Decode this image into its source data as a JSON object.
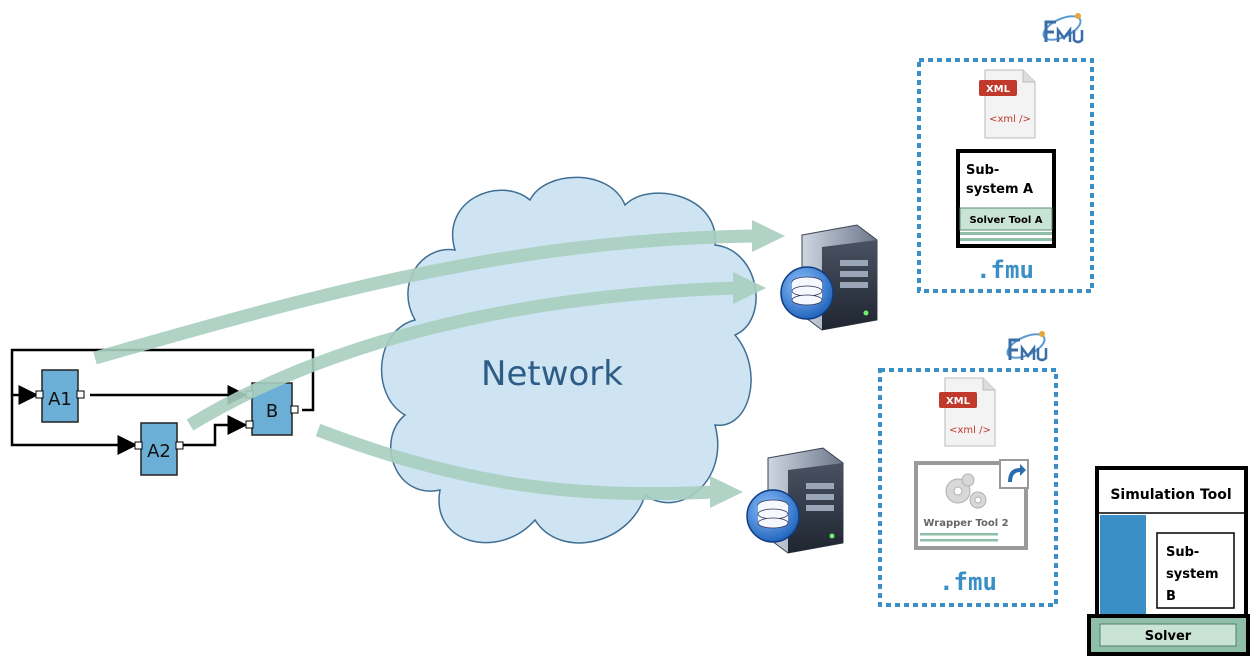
{
  "block_diagram": {
    "blocks": [
      {
        "id": "a1",
        "label": "A1"
      },
      {
        "id": "a2",
        "label": "A2"
      },
      {
        "id": "b",
        "label": "B"
      }
    ]
  },
  "network": {
    "label": "Network"
  },
  "fmu_top": {
    "xml_badge": "XML",
    "xml_code": "<xml />",
    "subsystem_label": "Sub-\nsystem A",
    "solver_label": "Solver Tool A",
    "ext_label": ".fmu"
  },
  "fmu_bottom": {
    "xml_badge": "XML",
    "xml_code": "<xml />",
    "wrapper_label": "Wrapper Tool 2",
    "ext_label": ".fmu"
  },
  "simulation_tool": {
    "title": "Simulation Tool",
    "subsystem_label": "Sub-\nsystem\nB",
    "solver_label": "Solver"
  },
  "colors": {
    "block_fill": "#6baed6",
    "arrow": "#a8cfc0",
    "cloud_fill": "#cfe4f3",
    "cloud_stroke": "#3f6f94",
    "fmu_border": "#3a8fc7",
    "fmu_ext": "#3a8fc7",
    "sim_blue": "#3a8fc7",
    "solver_green": "#8fbfa9"
  }
}
